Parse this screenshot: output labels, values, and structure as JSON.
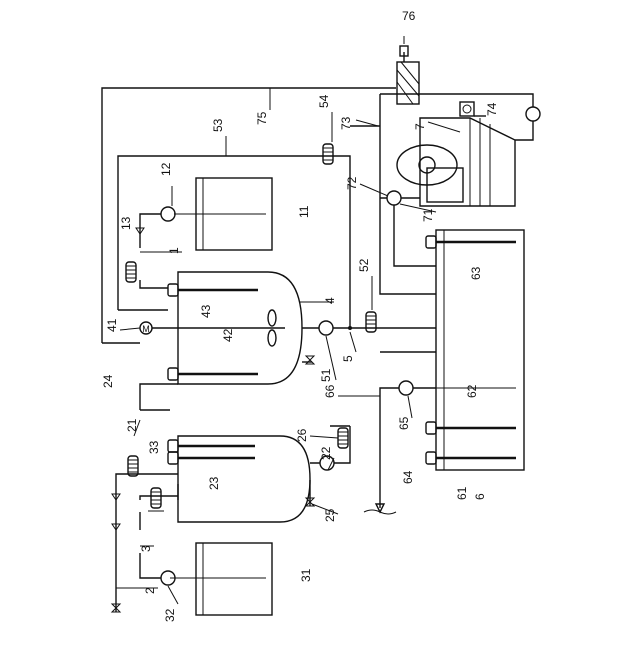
{
  "figure": {
    "labels": {
      "l1": "1",
      "l2": "2",
      "l3": "3",
      "l4": "4",
      "l5": "5",
      "l6": "6",
      "l7": "7",
      "l11": "11",
      "l12": "12",
      "l13": "13",
      "l21": "21",
      "l22": "22",
      "l23": "23",
      "l24": "24",
      "l25": "25",
      "l26": "26",
      "l31": "31",
      "l32": "32",
      "l33": "33",
      "l41": "41",
      "l42": "42",
      "l43": "43",
      "l51": "51",
      "l52": "52",
      "l53": "53",
      "l54": "54",
      "l61": "61",
      "l62": "62",
      "l63": "63",
      "l64": "64",
      "l65": "65",
      "l66": "66",
      "l71": "71",
      "l72": "72",
      "l73": "73",
      "l74": "74",
      "l75": "75",
      "l76": "76"
    },
    "motor_symbol": "M"
  }
}
